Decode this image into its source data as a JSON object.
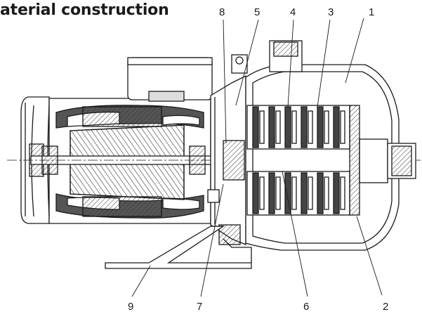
{
  "title": "aterial construction",
  "callouts": [
    {
      "label": "1"
    },
    {
      "label": "2"
    },
    {
      "label": "3"
    },
    {
      "label": "4"
    },
    {
      "label": "5"
    },
    {
      "label": "6"
    },
    {
      "label": "7"
    },
    {
      "label": "8"
    },
    {
      "label": "9"
    }
  ],
  "colors": {
    "ink": "#1a1a1a",
    "fill": "#ffffff",
    "hatch": "#333333"
  }
}
